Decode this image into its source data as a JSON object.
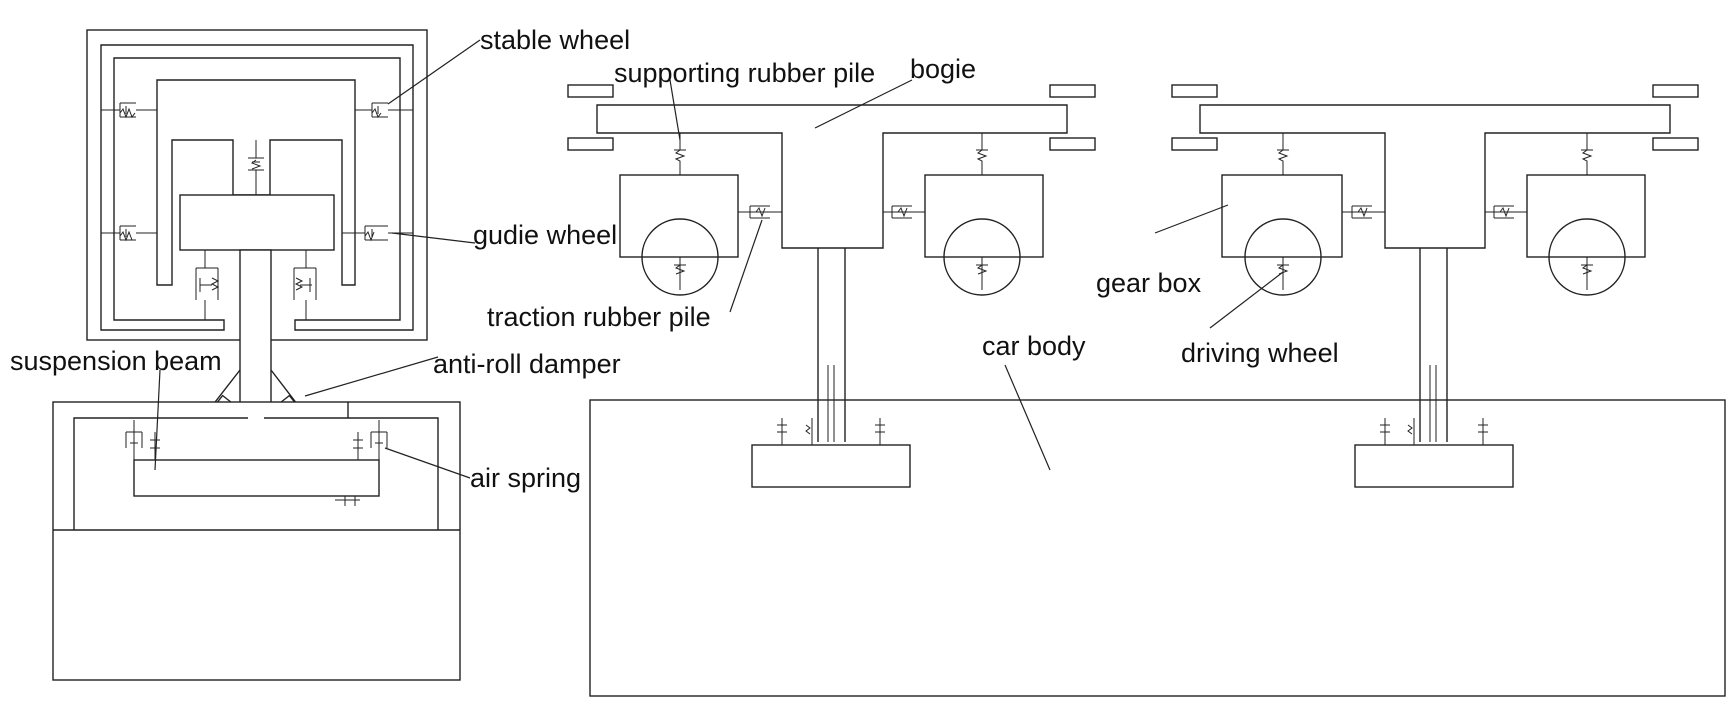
{
  "labels": {
    "stable_wheel": "stable wheel",
    "supporting_rubber_pile": "supporting rubber pile",
    "bogie": "bogie",
    "gudie_wheel": "gudie wheel",
    "traction_rubber_pile": "traction rubber pile",
    "gear_box": "gear box",
    "suspension_beam": "suspension beam",
    "anti_roll_damper": "anti-roll damper",
    "car_body": "car body",
    "driving_wheel": "driving wheel",
    "air_spring": "air spring"
  }
}
